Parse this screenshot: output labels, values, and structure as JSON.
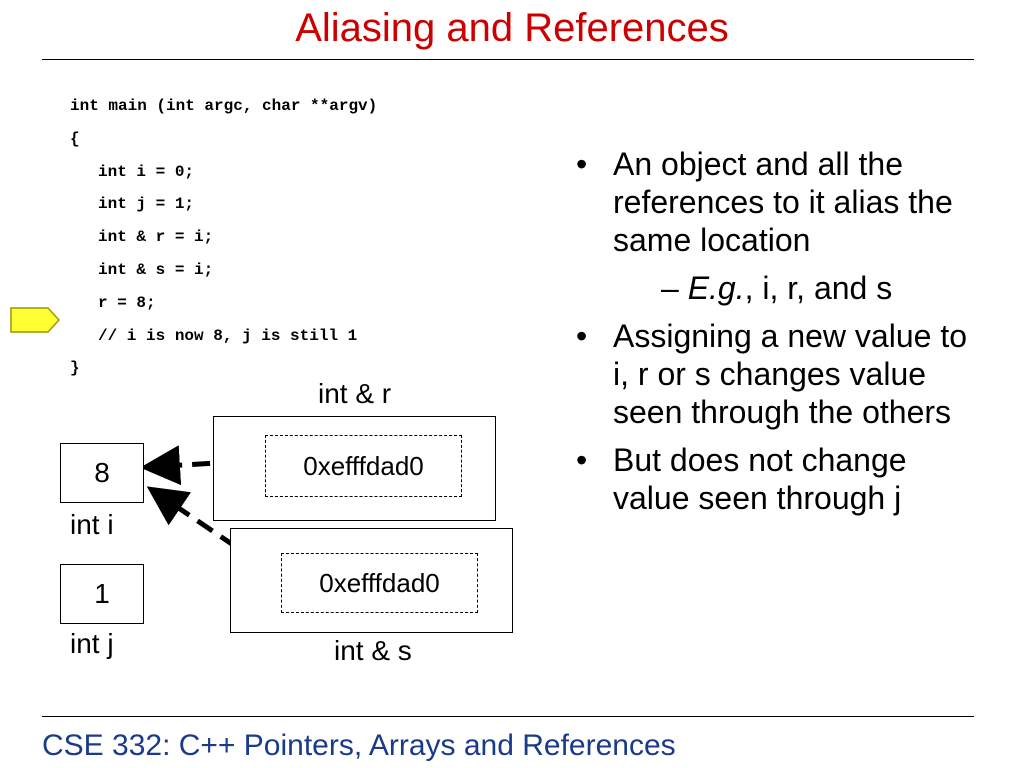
{
  "title": "Aliasing and References",
  "code": [
    {
      "text": "int main (int argc, char **argv)",
      "indent": false
    },
    {
      "text": "{",
      "indent": false
    },
    {
      "text": "int i = 0;",
      "indent": true
    },
    {
      "text": "int j = 1;",
      "indent": true
    },
    {
      "text": "int & r = i;",
      "indent": true
    },
    {
      "text": "int & s = i;",
      "indent": true
    },
    {
      "text": "r = 8;",
      "indent": true
    },
    {
      "text": "// i is now 8, j is still 1",
      "indent": true
    },
    {
      "text": "}",
      "indent": false
    }
  ],
  "bullets": {
    "b1": "An object and all the references to it alias the same location",
    "sub_prefix": "– ",
    "sub_italic": "E.g.",
    "sub_rest": ", i, r, and s",
    "b2": "Assigning a new value to i, r or s changes value seen through the others",
    "b3": "But does not change value seen through j"
  },
  "diagram": {
    "i_value": "8",
    "i_label": "int i",
    "j_value": "1",
    "j_label": "int j",
    "r_label": "int & r",
    "r_address": "0xefffdad0",
    "s_label": "int & s",
    "s_address": "0xefffdad0"
  },
  "colors": {
    "title": "#cc0000",
    "footer": "#1a3a8a",
    "pointer_fill": "#ffff33"
  },
  "footer": "CSE 332: C++ Pointers, Arrays and References"
}
